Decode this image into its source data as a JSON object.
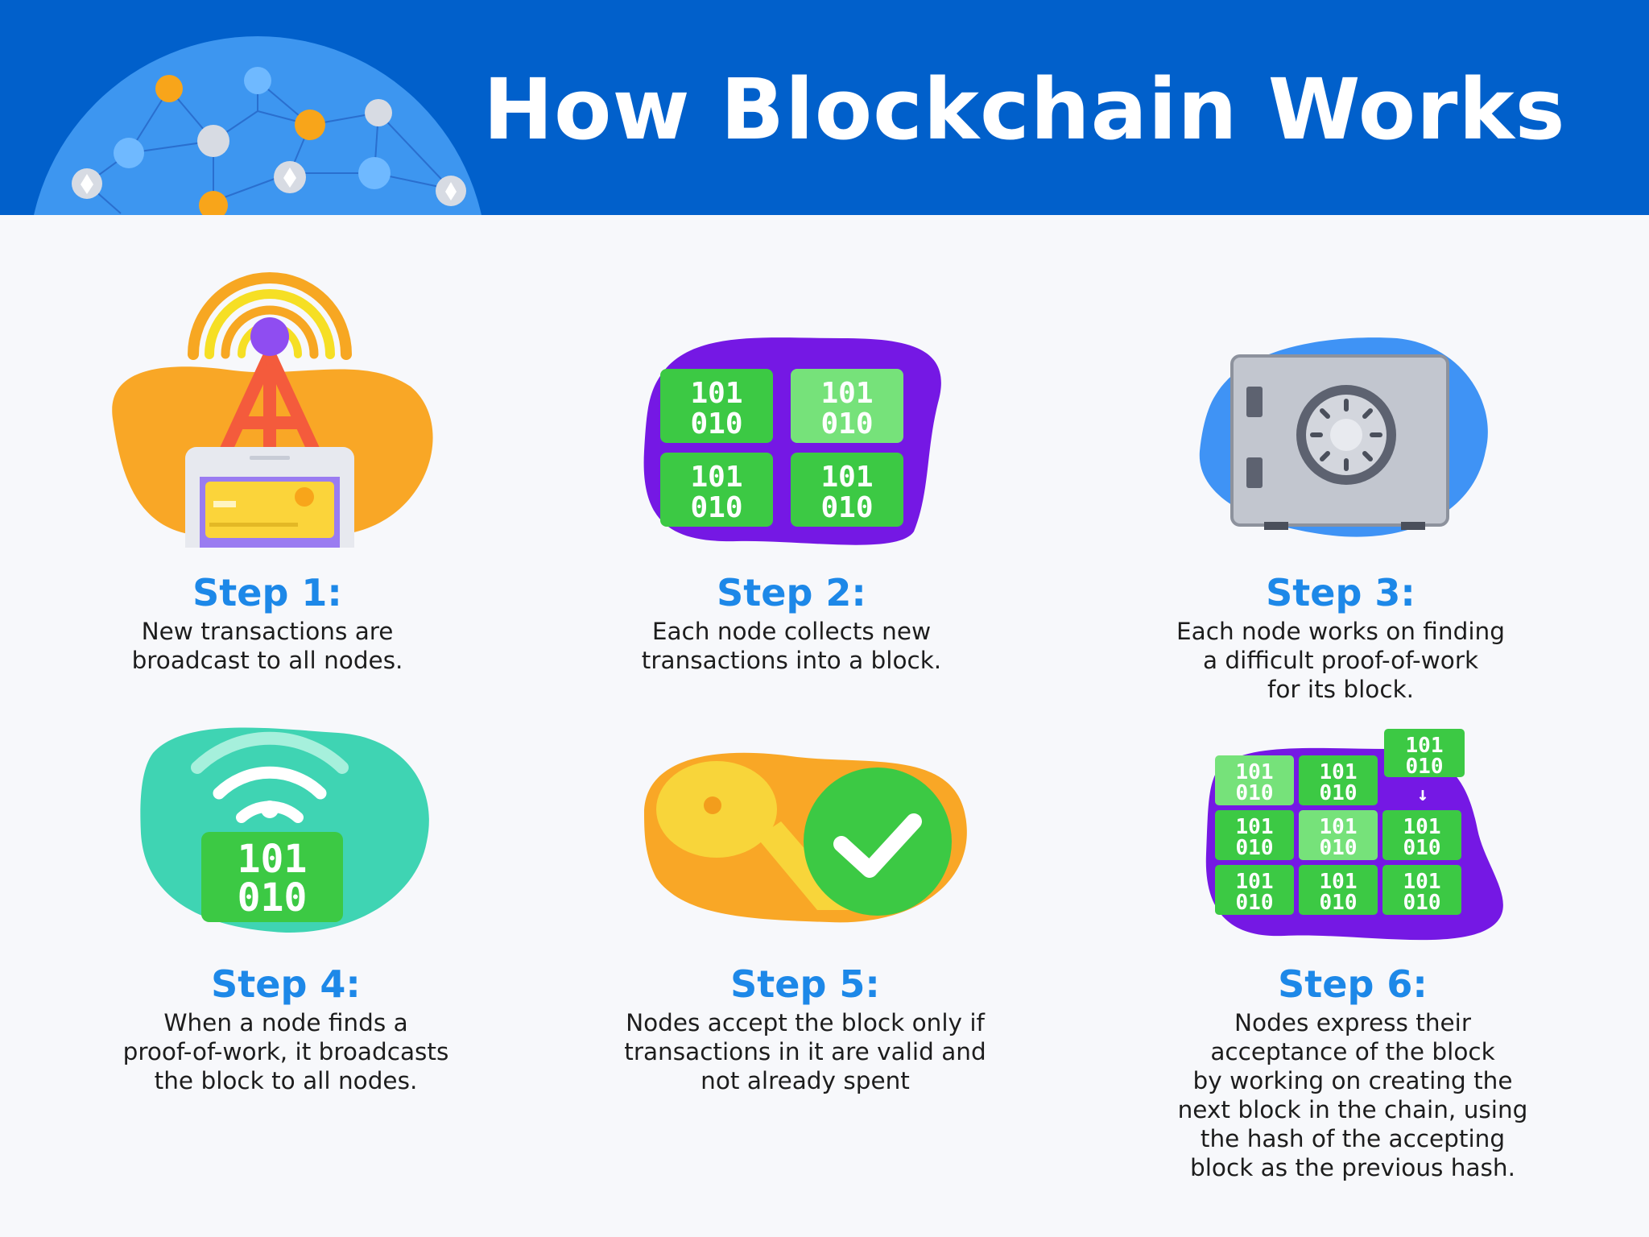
{
  "header": {
    "title": "How Blockchain Works",
    "background_color": "#0160cb"
  },
  "accent_color": "#1d88e8",
  "steps": [
    {
      "title": "Step 1:",
      "description": "New transactions are\nbroadcast to all nodes.",
      "icon": "broadcast-tower-icon"
    },
    {
      "title": "Step 2:",
      "description": "Each node collects new\ntransactions into a block.",
      "icon": "binary-blocks-icon"
    },
    {
      "title": "Step 3:",
      "description": "Each node works on finding\na difficult proof-of-work\nfor its block.",
      "icon": "safe-vault-icon"
    },
    {
      "title": "Step 4:",
      "description": "When a node finds a\nproof-of-work, it broadcasts\nthe block to all nodes.",
      "icon": "wifi-block-icon"
    },
    {
      "title": "Step 5:",
      "description": "Nodes accept the block only if\ntransactions in it are valid and\nnot already spent",
      "icon": "key-check-icon"
    },
    {
      "title": "Step 6:",
      "description": "Nodes express their\nacceptance of the block\nby working on creating the\nnext block in the chain, using\nthe hash of the accepting\nblock as the previous hash.",
      "icon": "block-chain-grid-icon"
    }
  ],
  "binary": {
    "top": "101",
    "bottom": "010"
  }
}
